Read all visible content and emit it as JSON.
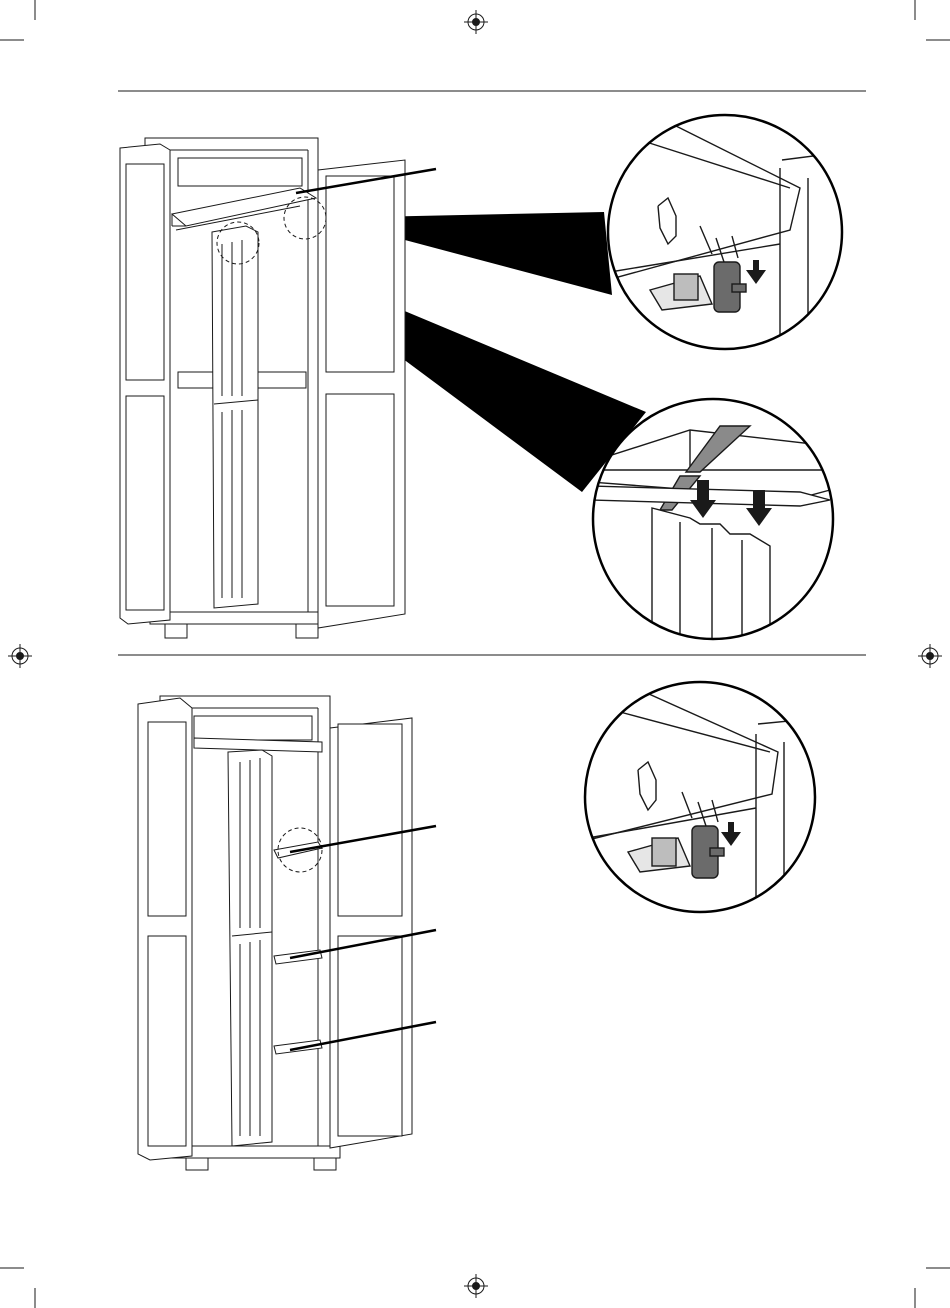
{
  "document": {
    "type": "assembly-instructions-page",
    "steps": [
      {
        "id": "step-upper-shelf-insert",
        "callouts": [
          {
            "target": "shelf-support-right",
            "detail": "clip-slide-down"
          },
          {
            "target": "center-divider-top",
            "detail": "divider-slide-down"
          }
        ]
      },
      {
        "id": "step-shelf-clips",
        "callouts": [
          {
            "target": "shelf-clip-upper",
            "detail": "clip-slide-down"
          },
          {
            "target": "shelf-clip-middle"
          },
          {
            "target": "shelf-clip-lower"
          }
        ]
      }
    ],
    "colors": {
      "line": "#1a1a1a",
      "panel_fill": "#ffffff",
      "clip_dark": "#6b6b6b",
      "clip_light": "#bdbdbd",
      "strap_grey": "#8a8a8a",
      "wedge": "#000000"
    },
    "icons": [
      "registration-mark-icon",
      "arrow-down-icon",
      "crop-mark-icon"
    ]
  }
}
